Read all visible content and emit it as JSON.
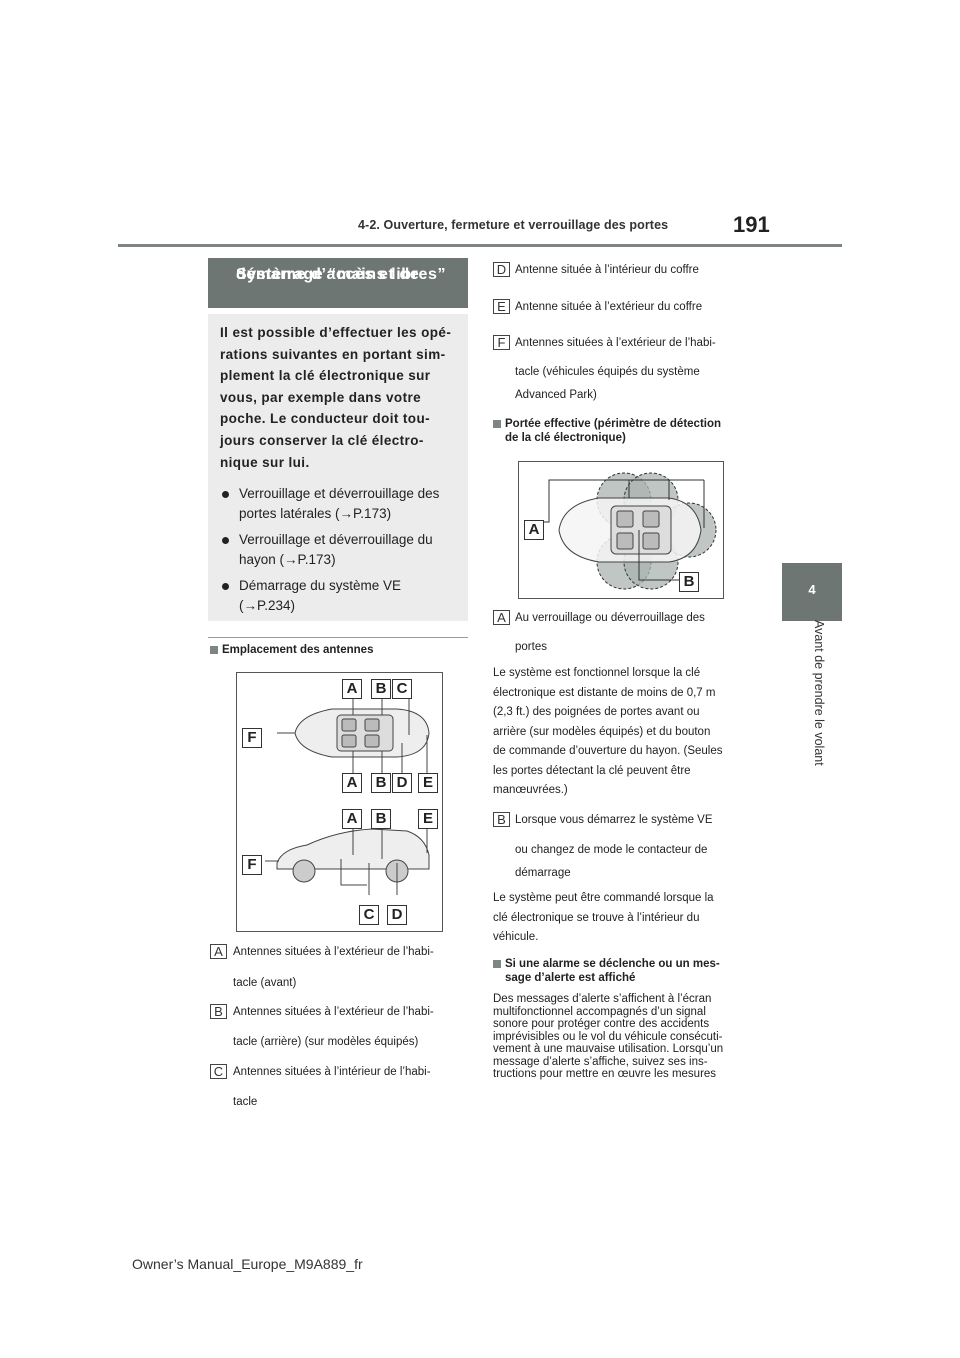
{
  "header": {
    "section": "4-2. Ouverture, fermeture et verrouillage des portes",
    "page_number": "191"
  },
  "side_tab": {
    "number": "4",
    "label": "Avant de prendre le volant"
  },
  "intro_box": {
    "title_line1": "Système d’accès et de",
    "title_line2": "démarrage “mains libres”",
    "paragraph_lines": [
      "Il est possible d’effectuer les opé-",
      "rations suivantes en portant sim-",
      "plement la clé électronique sur",
      "vous, par exemple dans votre",
      "poche. Le conducteur doit tou-",
      "jours conserver la clé électro-",
      "nique sur lui."
    ],
    "bullets": [
      {
        "line1": "Verrouillage et déverrouillage des",
        "line2": "portes latérales (→P.173)"
      },
      {
        "line1": "Verrouillage et déverrouillage du",
        "line2": "hayon (→P.173)"
      },
      {
        "line1": "Démarrage du système VE",
        "line2": "(→P.234)"
      }
    ]
  },
  "antennas": {
    "heading": "Emplacement des antennes",
    "figure_labels": {
      "top_row": [
        "A",
        "B",
        "C"
      ],
      "left": "F",
      "bottom_row": [
        "A",
        "B",
        "D",
        "E"
      ],
      "side_top": [
        "A",
        "B",
        "E"
      ],
      "side_left": "F",
      "side_bottom": [
        "C",
        "D"
      ]
    },
    "items": [
      {
        "tag": "A",
        "lines": [
          "Antennes situées à l’extérieur de l’habi-",
          "tacle (avant)"
        ]
      },
      {
        "tag": "B",
        "lines": [
          "Antennes situées à l’extérieur de l’habi-",
          "tacle (arrière) (sur modèles équipés)"
        ]
      },
      {
        "tag": "C",
        "lines": [
          "Antennes situées à l’intérieur de l’habi-",
          "tacle"
        ]
      },
      {
        "tag": "D",
        "lines": [
          "Antenne située à l’intérieur du coffre"
        ]
      },
      {
        "tag": "E",
        "lines": [
          "Antenne située à l’extérieur du coffre"
        ]
      },
      {
        "tag": "F",
        "lines": [
          "Antennes situées à l’extérieur de l’habi-",
          "tacle (véhicules équipés du système",
          "Advanced Park)"
        ]
      }
    ]
  },
  "range": {
    "heading_line1": "Portée effective (périmètre de détection",
    "heading_line2": "de la clé électronique)",
    "figure_labels": {
      "a": "A",
      "b": "B"
    },
    "item_a": {
      "tag": "A",
      "lines": [
        "Au verrouillage ou déverrouillage des",
        "portes"
      ],
      "desc_lines": [
        "Le système est fonctionnel lorsque la clé",
        "électronique est distante de moins de 0,7 m",
        "(2,3 ft.) des poignées de portes avant ou",
        "arrière (sur modèles équipés) et du bouton",
        "de commande d’ouverture du hayon. (Seules",
        "les portes détectant la clé peuvent être",
        "manœuvrées.)"
      ]
    },
    "item_b": {
      "tag": "B",
      "lines": [
        "Lorsque vous démarrez le système VE",
        "ou changez de mode le contacteur de",
        "démarrage"
      ],
      "desc_lines": [
        "Le système peut être commandé lorsque la",
        "clé électronique se trouve à l’intérieur du",
        "véhicule."
      ]
    }
  },
  "alarm": {
    "heading_line1": "Si une alarme se déclenche ou un mes-",
    "heading_line2": "sage d’alerte est affiché",
    "lines": [
      "Des messages d’alerte s’affichent à l’écran",
      "multifonctionnel accompagnés d’un signal",
      "sonore pour protéger contre des accidents",
      "imprévisibles ou le vol du véhicule consécuti-",
      "vement à une mauvaise utilisation. Lorsqu’un",
      "message d’alerte s’affiche, suivez ses ins-",
      "tructions pour mettre en œuvre les mesures"
    ]
  },
  "footer": "Owner’s Manual_Europe_M9A889_fr"
}
